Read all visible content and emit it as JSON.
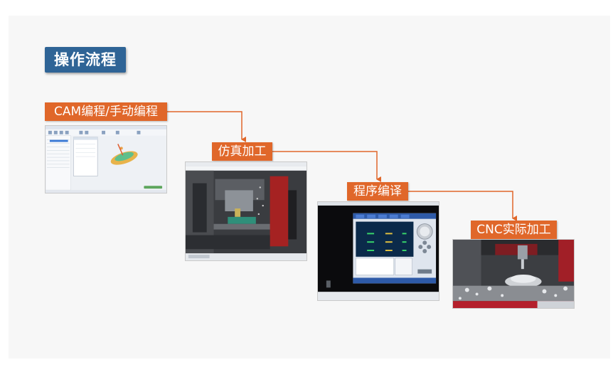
{
  "title": "操作流程",
  "steps": [
    {
      "label": "CAM编程/手动编程",
      "caption": "CAM software interface screenshot"
    },
    {
      "label": "仿真加工",
      "caption": "machining simulation screenshot"
    },
    {
      "label": "程序编译",
      "caption": "CNC control panel screenshot"
    },
    {
      "label": "CNC实际加工",
      "caption": "actual CNC machining photo"
    }
  ],
  "colors": {
    "title_bg": "#2f6496",
    "step_bg": "#e0672a",
    "connector": "#e0672a"
  }
}
